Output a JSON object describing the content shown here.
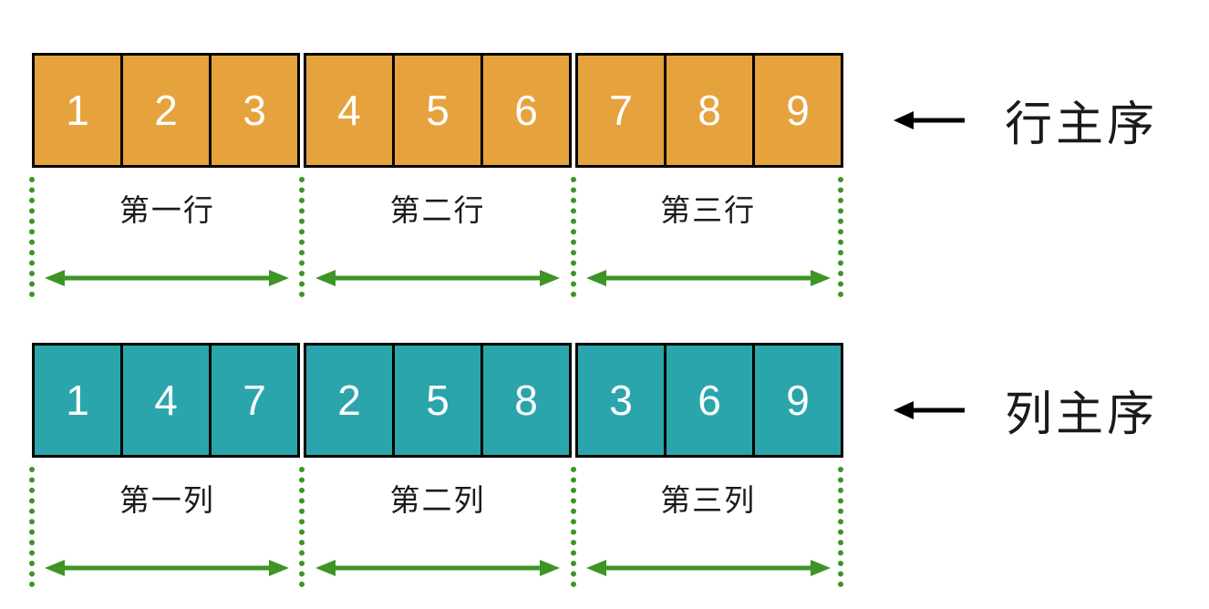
{
  "colors": {
    "arrow_green": "#3E9426",
    "row_major_cell": "#E6A23C",
    "column_major_cell": "#2AA5AB",
    "cell_border": "#000000",
    "number_text": "#FFFFFF"
  },
  "sections": [
    {
      "name": "row-major",
      "cells": [
        "1",
        "2",
        "3",
        "4",
        "5",
        "6",
        "7",
        "8",
        "9"
      ],
      "side_label": "行主序",
      "groups": [
        "第一行",
        "第二行",
        "第三行"
      ],
      "cell_color": "#E6A23C"
    },
    {
      "name": "column-major",
      "cells": [
        "1",
        "4",
        "7",
        "2",
        "5",
        "8",
        "3",
        "6",
        "9"
      ],
      "side_label": "列主序",
      "groups": [
        "第一列",
        "第二列",
        "第三列"
      ],
      "cell_color": "#2AA5AB"
    }
  ]
}
